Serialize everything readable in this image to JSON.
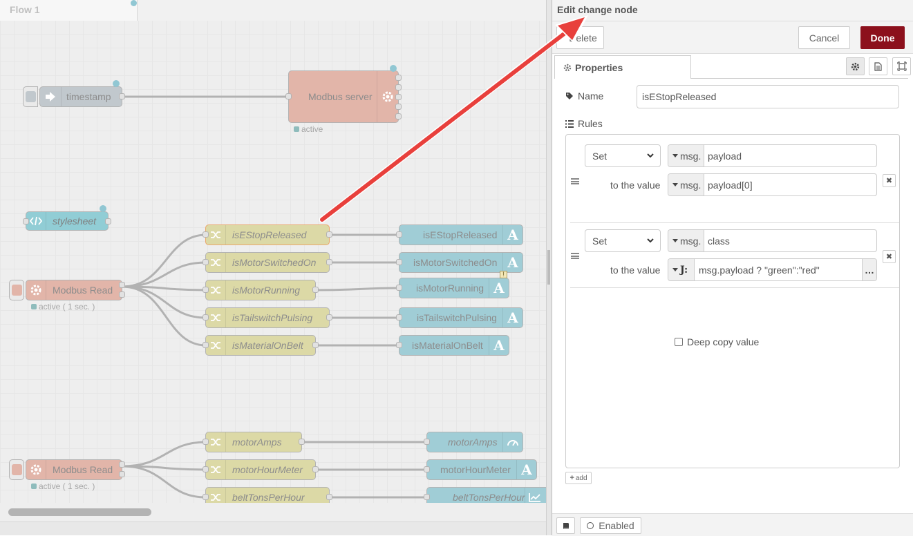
{
  "workspace": {
    "tab_label": "Flow 1",
    "nodes": {
      "timestamp": "timestamp",
      "modbus_server": "Modbus server",
      "modbus_server_status": "active",
      "stylesheet": "stylesheet",
      "modbus_read_1": "Modbus Read",
      "modbus_read_1_status": "active ( 1 sec. )",
      "modbus_read_2": "Modbus Read",
      "modbus_read_2_status": "active ( 1 sec. )",
      "change_nodes_1": [
        "isEStopReleased",
        "isMotorSwitchedOn",
        "isMotorRunning",
        "isTailswitchPulsing",
        "isMaterialOnBelt"
      ],
      "text_nodes_1": [
        "isEStopReleased",
        "isMotorSwitchedOn",
        "isMotorRunning",
        "isTailswitchPulsing",
        "isMaterialOnBelt"
      ],
      "change_nodes_2": [
        "motorAmps",
        "motorHourMeter",
        "beltTonsPerHour"
      ],
      "ui_nodes_2": [
        "motorAmps",
        "motorHourMeter",
        "beltTonsPerHour"
      ],
      "warning_badge": "!"
    }
  },
  "tray": {
    "title": "Edit change node",
    "delete_label": "Delete",
    "cancel_label": "Cancel",
    "done_label": "Done",
    "properties_tab": "Properties",
    "name_label": "Name",
    "name_value": "isEStopReleased",
    "rules_label": "Rules",
    "rules": [
      {
        "action": "Set",
        "target_type": "msg.",
        "target": "payload",
        "to_label": "to the value",
        "value_type": "msg.",
        "value": "payload[0]",
        "deep_copy_label": "Deep copy value"
      },
      {
        "action": "Set",
        "target_type": "msg.",
        "target": "class",
        "to_label": "to the value",
        "value_type": "J:",
        "value": "msg.payload ? \"green\":\"red\"",
        "more": "…"
      }
    ],
    "remove_label": "✖",
    "add_label": "add",
    "enabled_label": "Enabled"
  },
  "colors": {
    "done": "#8c101c",
    "change_node": "#d1cd88",
    "text_node": "#80bdc9",
    "modbus_node": "#d89c8c",
    "inject_node": "#adb6bd",
    "arrow": "#e8403c"
  }
}
